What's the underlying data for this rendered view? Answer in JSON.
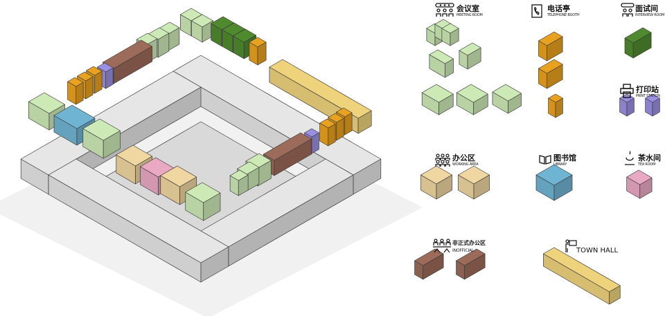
{
  "legend": {
    "meeting_room": {
      "cn": "会议室",
      "en": "MEETING ROOM",
      "icon": "meeting-people-icon"
    },
    "telephone_booth": {
      "cn": "电话亭",
      "en": "TELEPHONE BOOTH",
      "icon": "telephone-icon"
    },
    "interview_room": {
      "cn": "面试间",
      "en": "INTERVIEW ROOM",
      "icon": "interview-people-icon"
    },
    "print_station": {
      "cn": "打印站",
      "en": "PRINT STATION",
      "icon": "printer-icon"
    },
    "working_area": {
      "cn": "办公区",
      "en": "WORKING AREA",
      "icon": "workers-icon"
    },
    "library": {
      "cn": "图书馆",
      "en": "LIBRARY",
      "icon": "book-icon"
    },
    "tea_room": {
      "cn": "茶水间",
      "en": "TEA ROOM",
      "icon": "tea-cup-icon"
    },
    "inofficial": {
      "cn": "非正式办公区",
      "en": "INOFFICIAL",
      "icon": "informal-people-icon"
    },
    "town_hall": {
      "en": "TOWN HALL",
      "icon": "presenter-icon"
    }
  },
  "colors": {
    "meeting_room": "#cde9b6",
    "telephone_booth": "#e9a21f",
    "interview_room": "#4f8a2e",
    "print_station": "#9b8fe3",
    "working_area": "#f0d6a0",
    "library": "#6fb4d2",
    "tea_room": "#eaa9c3",
    "inofficial": "#9c6b5a",
    "town_hall": "#efd27c",
    "ring": "#e6e6e6"
  }
}
